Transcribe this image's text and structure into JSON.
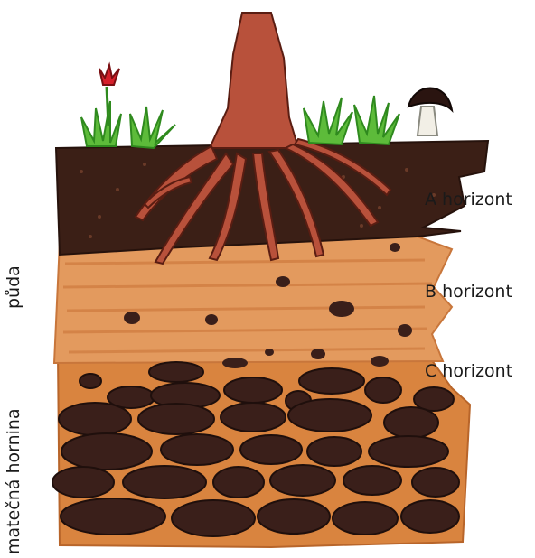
{
  "labels": {
    "a_horizon": "A horizont",
    "b_horizon": "B horizont",
    "c_horizon": "C horizont",
    "soil": "půda",
    "parent_rock": "matečná hornina"
  },
  "colors": {
    "a_horizon": "#3b1f16",
    "b_horizon": "#dc8e52",
    "c_horizon": "#d9843f",
    "rock": "#3a1f1a",
    "root": "#b8513b",
    "grass": "#5dbb3a",
    "flower": "#d6202b",
    "mushroom_cap": "#2a1410",
    "mushroom_stem": "#f2efe6"
  },
  "icons": [
    "tree-root-icon",
    "grass-tuft-icon",
    "flower-icon",
    "mushroom-icon",
    "rock-icon"
  ]
}
